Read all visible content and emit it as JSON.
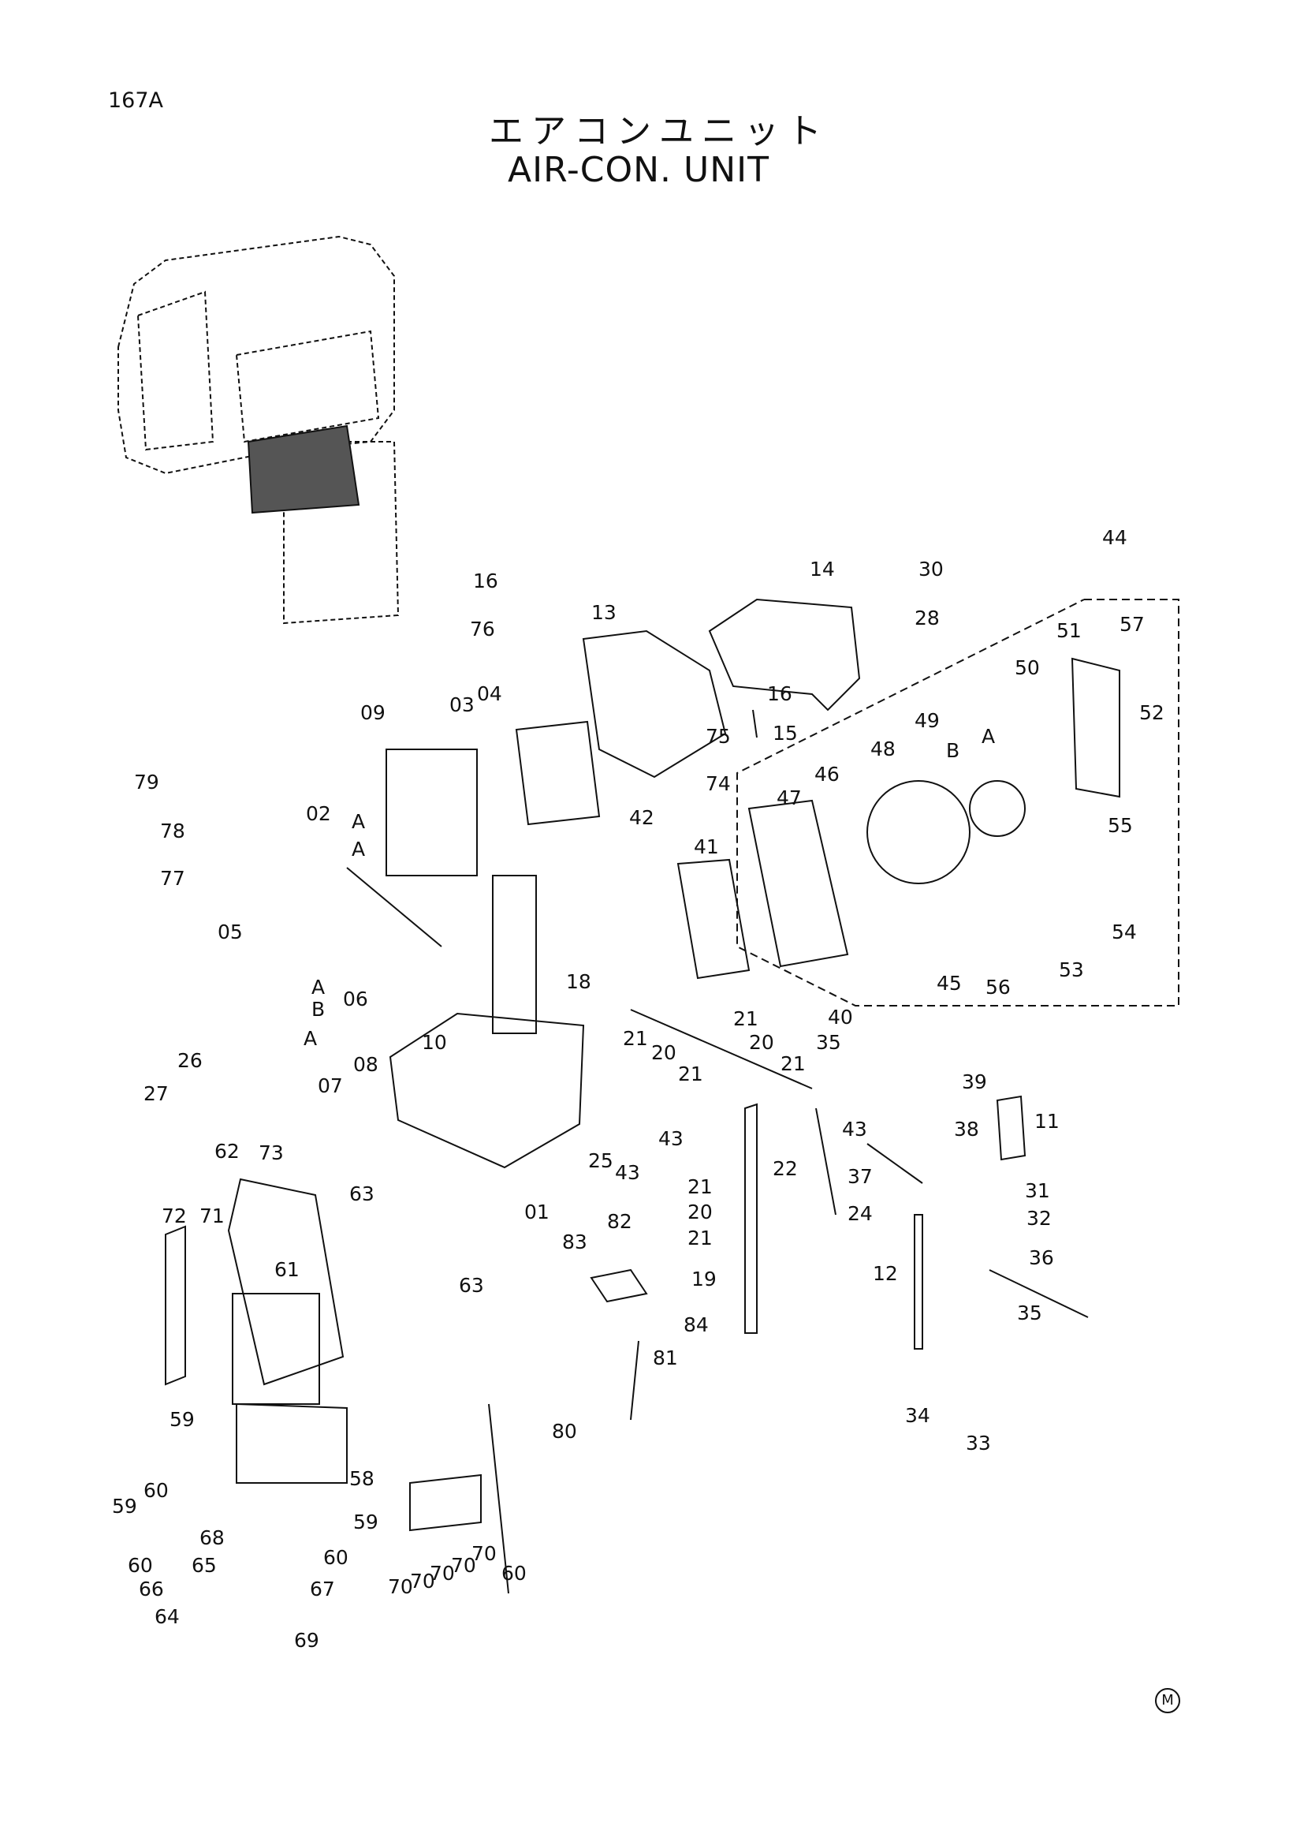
{
  "header": {
    "page_code": "167A",
    "title_jp": "エアコンユニット",
    "title_en": "AIR-CON. UNIT"
  },
  "labels": [
    {
      "id": "75",
      "text": "75"
    },
    {
      "id": "74",
      "text": "74"
    },
    {
      "id": "14",
      "text": "14"
    },
    {
      "id": "30",
      "text": "30"
    },
    {
      "id": "44",
      "text": "44"
    },
    {
      "id": "16a",
      "text": "16"
    },
    {
      "id": "13",
      "text": "13"
    },
    {
      "id": "28",
      "text": "28"
    },
    {
      "id": "76",
      "text": "76"
    },
    {
      "id": "57",
      "text": "57"
    },
    {
      "id": "51",
      "text": "51"
    },
    {
      "id": "09",
      "text": "09"
    },
    {
      "id": "03",
      "text": "03"
    },
    {
      "id": "04",
      "text": "04"
    },
    {
      "id": "16b",
      "text": "16"
    },
    {
      "id": "50",
      "text": "50"
    },
    {
      "id": "52",
      "text": "52"
    },
    {
      "id": "15",
      "text": "15"
    },
    {
      "id": "49",
      "text": "49"
    },
    {
      "id": "A1",
      "text": "A"
    },
    {
      "id": "79",
      "text": "79"
    },
    {
      "id": "48",
      "text": "48"
    },
    {
      "id": "B1",
      "text": "B"
    },
    {
      "id": "02",
      "text": "02"
    },
    {
      "id": "A2",
      "text": "A"
    },
    {
      "id": "46",
      "text": "46"
    },
    {
      "id": "47",
      "text": "47"
    },
    {
      "id": "42",
      "text": "42"
    },
    {
      "id": "55",
      "text": "55"
    },
    {
      "id": "78",
      "text": "78"
    },
    {
      "id": "A3",
      "text": "A"
    },
    {
      "id": "41",
      "text": "41"
    },
    {
      "id": "77",
      "text": "77"
    },
    {
      "id": "54",
      "text": "54"
    },
    {
      "id": "18",
      "text": "18"
    },
    {
      "id": "05",
      "text": "05"
    },
    {
      "id": "A4",
      "text": "A"
    },
    {
      "id": "B2",
      "text": "B"
    },
    {
      "id": "06",
      "text": "06"
    },
    {
      "id": "45",
      "text": "45"
    },
    {
      "id": "56",
      "text": "56"
    },
    {
      "id": "53",
      "text": "53"
    },
    {
      "id": "21a",
      "text": "21"
    },
    {
      "id": "40",
      "text": "40"
    },
    {
      "id": "10",
      "text": "10"
    },
    {
      "id": "21b",
      "text": "21"
    },
    {
      "id": "20a",
      "text": "20"
    },
    {
      "id": "20b",
      "text": "20"
    },
    {
      "id": "35a",
      "text": "35"
    },
    {
      "id": "26",
      "text": "26"
    },
    {
      "id": "08",
      "text": "08"
    },
    {
      "id": "A5",
      "text": "A"
    },
    {
      "id": "21c",
      "text": "21"
    },
    {
      "id": "21d",
      "text": "21"
    },
    {
      "id": "07",
      "text": "07"
    },
    {
      "id": "39",
      "text": "39"
    },
    {
      "id": "27",
      "text": "27"
    },
    {
      "id": "11",
      "text": "11"
    },
    {
      "id": "43a",
      "text": "43"
    },
    {
      "id": "38",
      "text": "38"
    },
    {
      "id": "43b",
      "text": "43"
    },
    {
      "id": "25",
      "text": "25"
    },
    {
      "id": "43c",
      "text": "43"
    },
    {
      "id": "22",
      "text": "22"
    },
    {
      "id": "62",
      "text": "62"
    },
    {
      "id": "73",
      "text": "73"
    },
    {
      "id": "37",
      "text": "37"
    },
    {
      "id": "21e",
      "text": "21"
    },
    {
      "id": "31",
      "text": "31"
    },
    {
      "id": "63a",
      "text": "63"
    },
    {
      "id": "01",
      "text": "01"
    },
    {
      "id": "20c",
      "text": "20"
    },
    {
      "id": "24",
      "text": "24"
    },
    {
      "id": "32",
      "text": "32"
    },
    {
      "id": "72",
      "text": "72"
    },
    {
      "id": "71",
      "text": "71"
    },
    {
      "id": "82",
      "text": "82"
    },
    {
      "id": "83",
      "text": "83"
    },
    {
      "id": "21f",
      "text": "21"
    },
    {
      "id": "36",
      "text": "36"
    },
    {
      "id": "61",
      "text": "61"
    },
    {
      "id": "12",
      "text": "12"
    },
    {
      "id": "19",
      "text": "19"
    },
    {
      "id": "63b",
      "text": "63"
    },
    {
      "id": "35b",
      "text": "35"
    },
    {
      "id": "84",
      "text": "84"
    },
    {
      "id": "81",
      "text": "81"
    },
    {
      "id": "34",
      "text": "34"
    },
    {
      "id": "59a",
      "text": "59"
    },
    {
      "id": "80",
      "text": "80"
    },
    {
      "id": "33",
      "text": "33"
    },
    {
      "id": "60a",
      "text": "60"
    },
    {
      "id": "58",
      "text": "58"
    },
    {
      "id": "59b",
      "text": "59"
    },
    {
      "id": "59c",
      "text": "59"
    },
    {
      "id": "68",
      "text": "68"
    },
    {
      "id": "60b",
      "text": "60"
    },
    {
      "id": "70a",
      "text": "70"
    },
    {
      "id": "60c",
      "text": "60"
    },
    {
      "id": "65",
      "text": "65"
    },
    {
      "id": "67",
      "text": "67"
    },
    {
      "id": "60d",
      "text": "60"
    },
    {
      "id": "70b",
      "text": "70"
    },
    {
      "id": "70c",
      "text": "70"
    },
    {
      "id": "70d",
      "text": "70"
    },
    {
      "id": "70e",
      "text": "70"
    },
    {
      "id": "66",
      "text": "66"
    },
    {
      "id": "64",
      "text": "64"
    },
    {
      "id": "69",
      "text": "69"
    }
  ],
  "footer_mark": "M"
}
